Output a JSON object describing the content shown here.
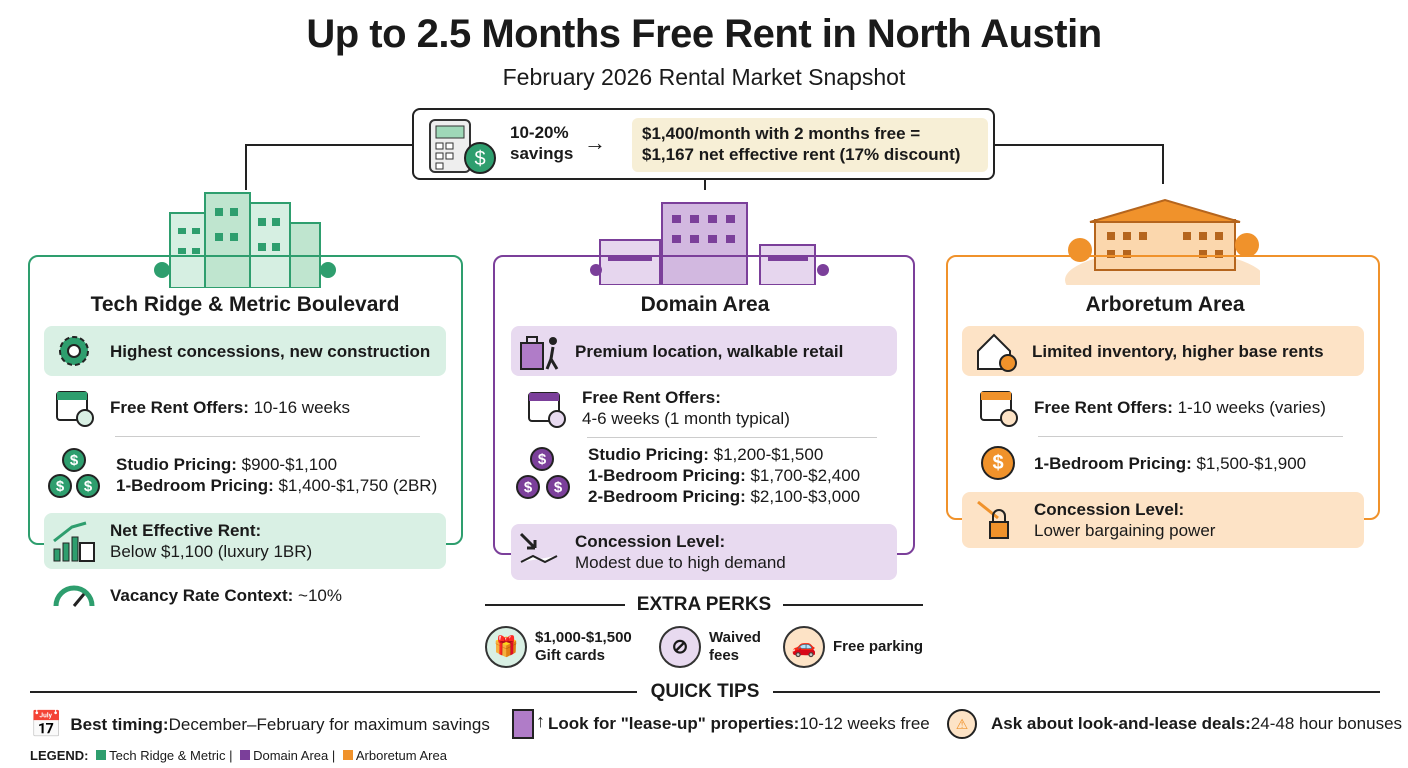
{
  "title": "Up to 2.5 Months Free Rent in North Austin",
  "subtitle": "February 2026 Rental Market Snapshot",
  "calc": {
    "savings_line1": "10-20%",
    "savings_line2": "savings",
    "arrow": "→",
    "example_line1": "$1,400/month with 2 months free =",
    "example_line2": "$1,167 net effective rent (17% discount)"
  },
  "colors": {
    "tech": "#2e9e6e",
    "domain": "#7b3f9a",
    "arboretum": "#f0922b"
  },
  "tech": {
    "title": "Tech Ridge & Metric Boulevard",
    "highlight": "Highest concessions, new construction",
    "free_label": "Free Rent Offers:",
    "free_value": " 10-16 weeks",
    "studio_label": "Studio Pricing:",
    "studio_value": " $900-$1,100",
    "br1_label": "1-Bedroom Pricing:",
    "br1_value": " $1,400-$1,750 (2BR)",
    "net_label": "Net Effective Rent:",
    "net_value": "Below $1,100 (luxury 1BR)",
    "vac_label": "Vacancy Rate Context:",
    "vac_value": " ~10%"
  },
  "domain": {
    "title": "Domain Area",
    "highlight": "Premium location, walkable retail",
    "free_label": "Free Rent Offers:",
    "free_value": "4-6 weeks (1 month typical)",
    "studio_label": "Studio Pricing:",
    "studio_value": " $1,200-$1,500",
    "br1_label": "1-Bedroom Pricing:",
    "br1_value": " $1,700-$2,400",
    "br2_label": "2-Bedroom Pricing:",
    "br2_value": " $2,100-$3,000",
    "conc_label": "Concession Level:",
    "conc_value": "Modest due to high demand"
  },
  "arboretum": {
    "title": "Arboretum Area",
    "highlight": "Limited inventory, higher base rents",
    "free_label": "Free Rent Offers:",
    "free_value": " 1-10 weeks (varies)",
    "br1_label": "1-Bedroom Pricing:",
    "br1_value": " $1,500-$1,900",
    "conc_label": "Concession Level:",
    "conc_value": "Lower bargaining power"
  },
  "perks": {
    "heading": "EXTRA PERKS",
    "items": [
      {
        "line1": "$1,000-$1,500",
        "line2": "Gift cards"
      },
      {
        "line1": "Waived",
        "line2": "fees"
      },
      {
        "line1": "Free parking",
        "line2": ""
      }
    ]
  },
  "tips": {
    "heading": "QUICK TIPS",
    "items": [
      {
        "label": "Best timing:",
        "text": " December–February for maximum savings"
      },
      {
        "label": "Look for \"lease-up\" properties:",
        "text": " 10-12 weeks free"
      },
      {
        "label": "Ask about look-and-lease deals:",
        "text": " 24-48 hour bonuses"
      }
    ]
  },
  "legend": {
    "label": "LEGEND:",
    "items": [
      "Tech Ridge & Metric",
      "Domain Area",
      "Arboretum Area"
    ],
    "sep": "|"
  }
}
